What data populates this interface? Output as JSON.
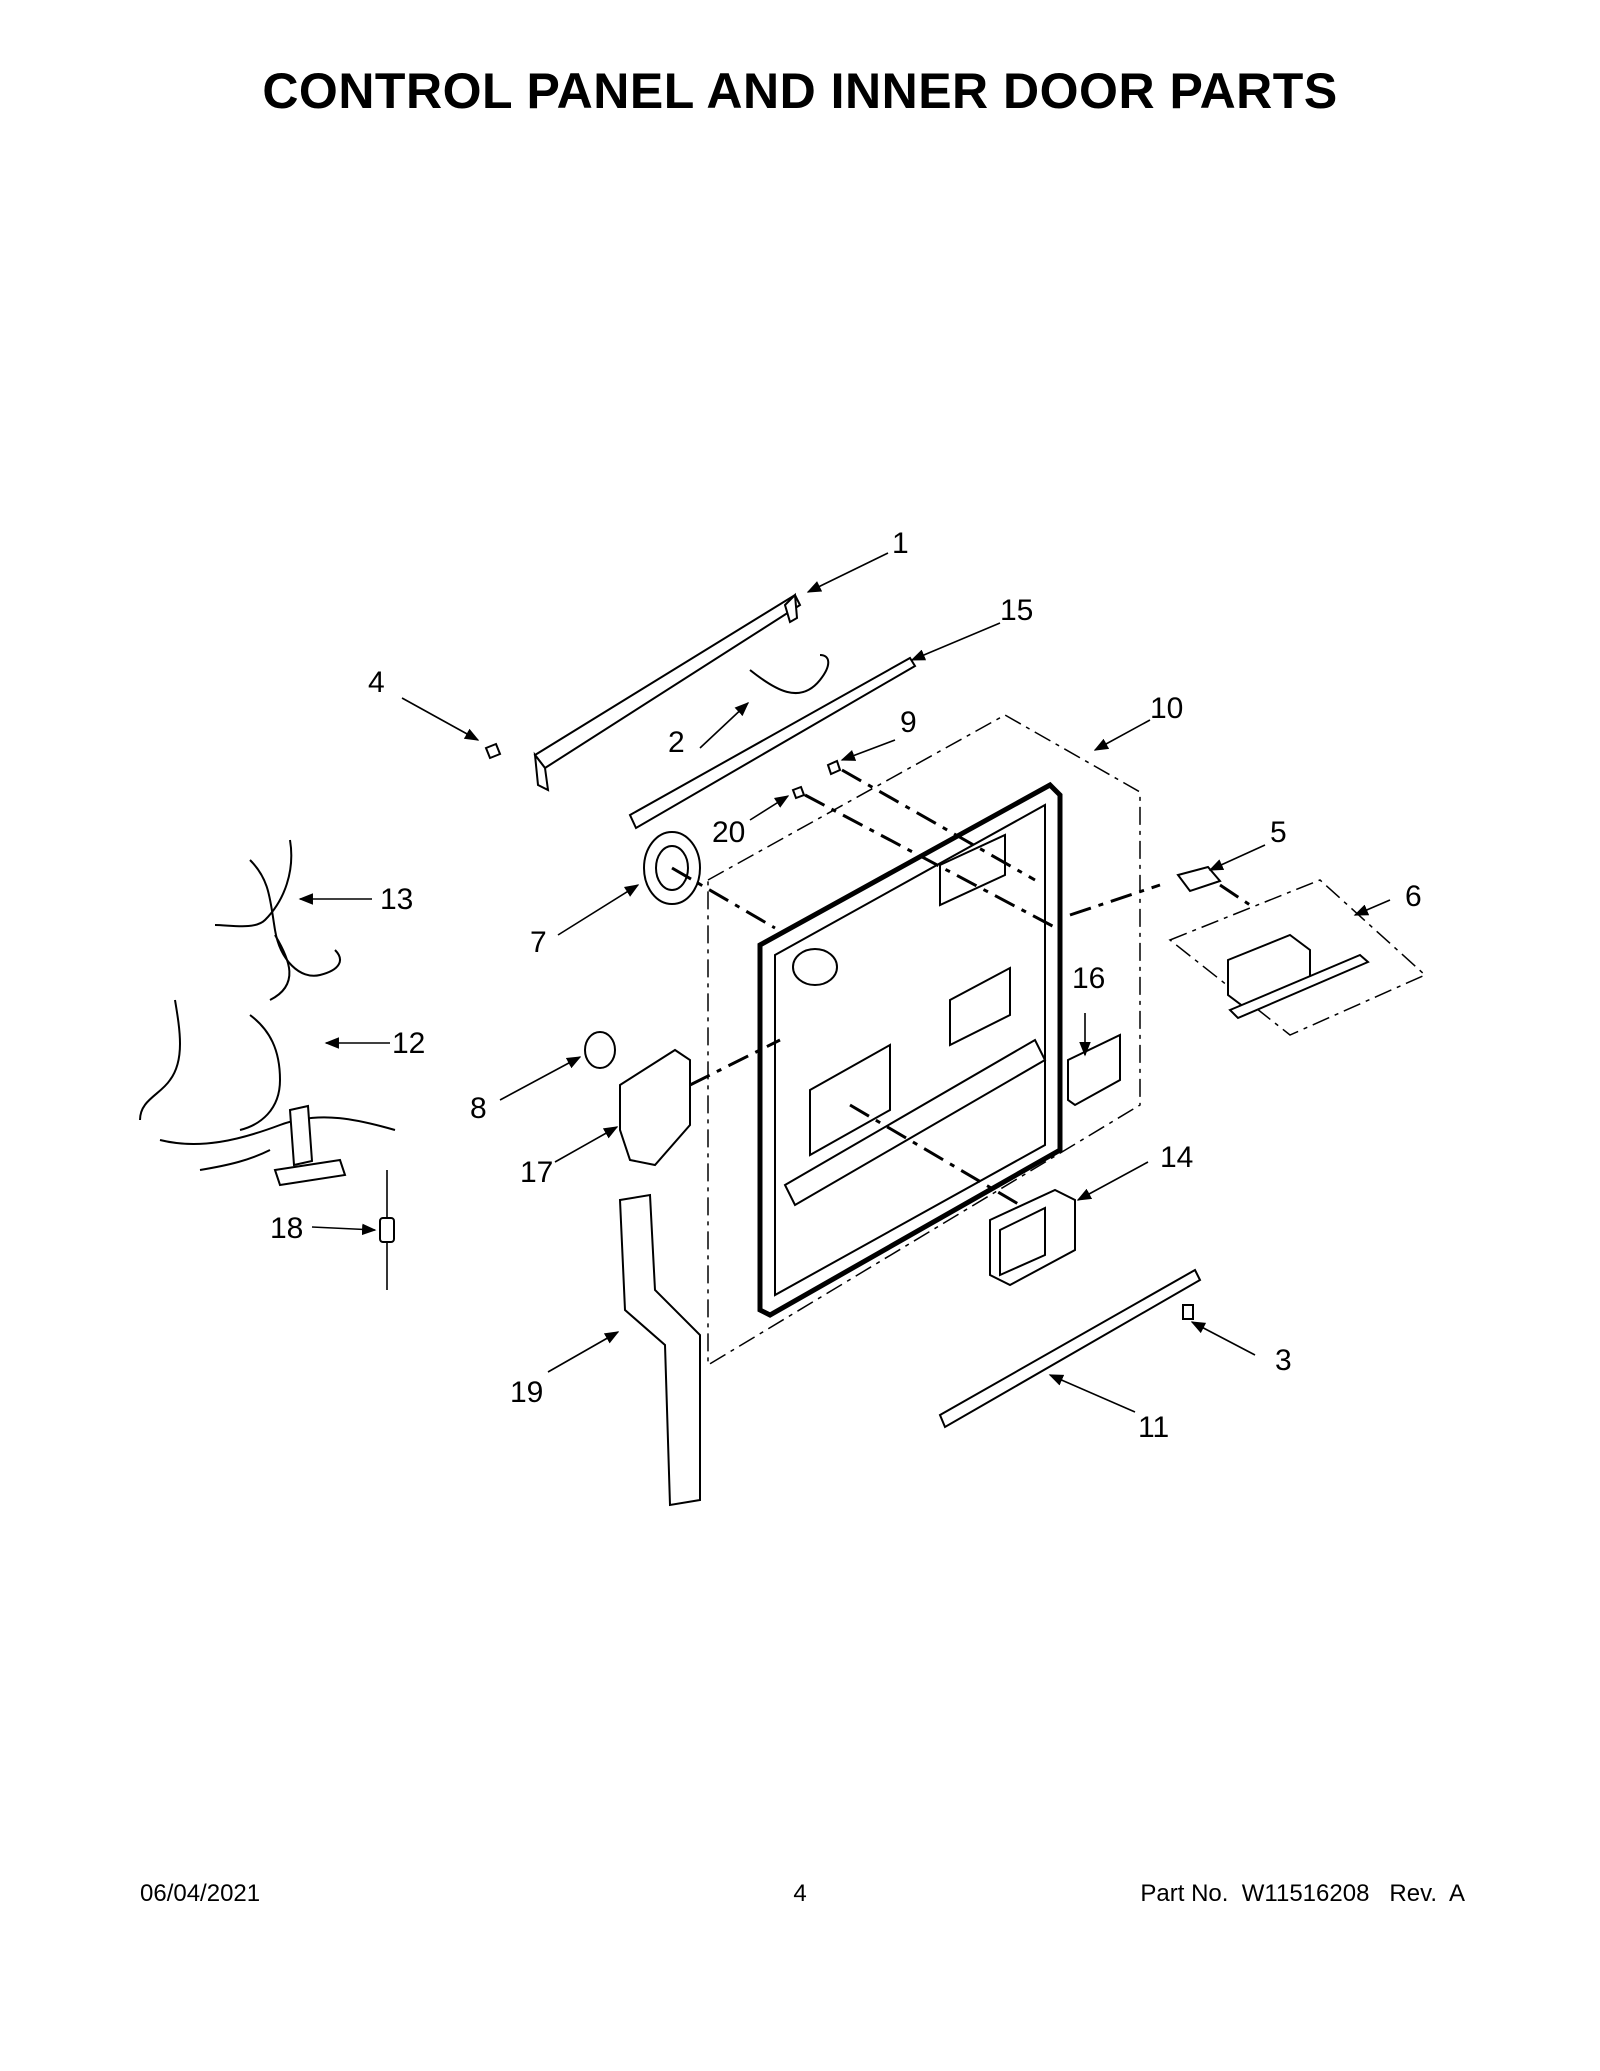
{
  "title": "CONTROL PANEL AND INNER DOOR PARTS",
  "callouts": [
    "1",
    "2",
    "3",
    "4",
    "5",
    "6",
    "7",
    "8",
    "9",
    "10",
    "11",
    "12",
    "13",
    "14",
    "15",
    "16",
    "17",
    "18",
    "19",
    "20"
  ],
  "footer": {
    "date": "06/04/2021",
    "page": "4",
    "part_no": "Part No.  W11516208   Rev.  A"
  }
}
